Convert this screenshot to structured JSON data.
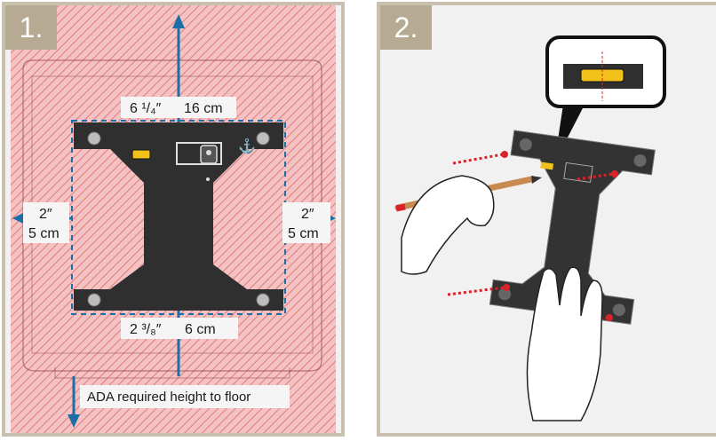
{
  "panels": [
    {
      "step": "1.",
      "dimensions": {
        "top_imperial": "6 ¹/₄″",
        "top_metric": "16 cm",
        "left_imperial": "2″",
        "left_metric": "5 cm",
        "right_imperial": "2″",
        "right_metric": "5 cm",
        "bottom_imperial": "2 ³/₈″",
        "bottom_metric": "6 cm"
      },
      "floor_note": "ADA required height to floor"
    },
    {
      "step": "2."
    }
  ],
  "colors": {
    "frame": "#c9bfae",
    "badge": "#b6aa93",
    "hatch": "#e36b6b",
    "bracket": "#2f2f2f",
    "arrow": "#1b6fa6",
    "level_bubble": "#f2c21b",
    "marker_dots": "#d8232a"
  },
  "icons": [
    "level-icon",
    "lock-icon",
    "anchor-icon",
    "screw-icon",
    "pencil-icon",
    "hand-icon"
  ]
}
